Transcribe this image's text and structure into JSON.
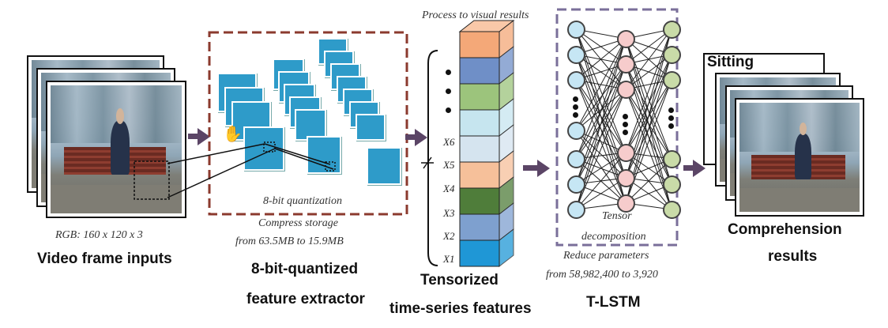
{
  "inputs": {
    "dims": "RGB: 160 x 120 x 3",
    "title": "Video frame inputs"
  },
  "extractor": {
    "quantization_note": "8-bit quantization",
    "storage_line1": "Compress storage",
    "storage_line2": "from 63.5MB to 15.9MB",
    "title_line1": "8-bit-quantized",
    "title_line2": "feature extractor"
  },
  "tensor": {
    "top_note": "Process to visual results",
    "labels": [
      "X6",
      "X5",
      "X4",
      "X3",
      "X2",
      "X1"
    ],
    "title_line1": "Tensorized",
    "title_line2": "time-series features",
    "colors": [
      "#f4a878",
      "#6f8fc7",
      "#9cc47c",
      "#c6e5ef",
      "#d5e4ef",
      "#f6c09a",
      "#4f7d3a",
      "#7ea0cf",
      "#1f97d6"
    ]
  },
  "lstm": {
    "note_line1": "Tensor",
    "note_line2": "decomposition",
    "params_line1": "Reduce parameters",
    "params_line2": "from 58,982,400 to 3,920",
    "title": "T-LSTM"
  },
  "results": {
    "label": "Sitting",
    "title_line1": "Comprehension",
    "title_line2": "results"
  },
  "colors": {
    "arrow": "#5b4566",
    "extractor_border": "#8b3a2e",
    "lstm_border": "#7a6f9a",
    "feature_map": "#2e9bc9"
  }
}
